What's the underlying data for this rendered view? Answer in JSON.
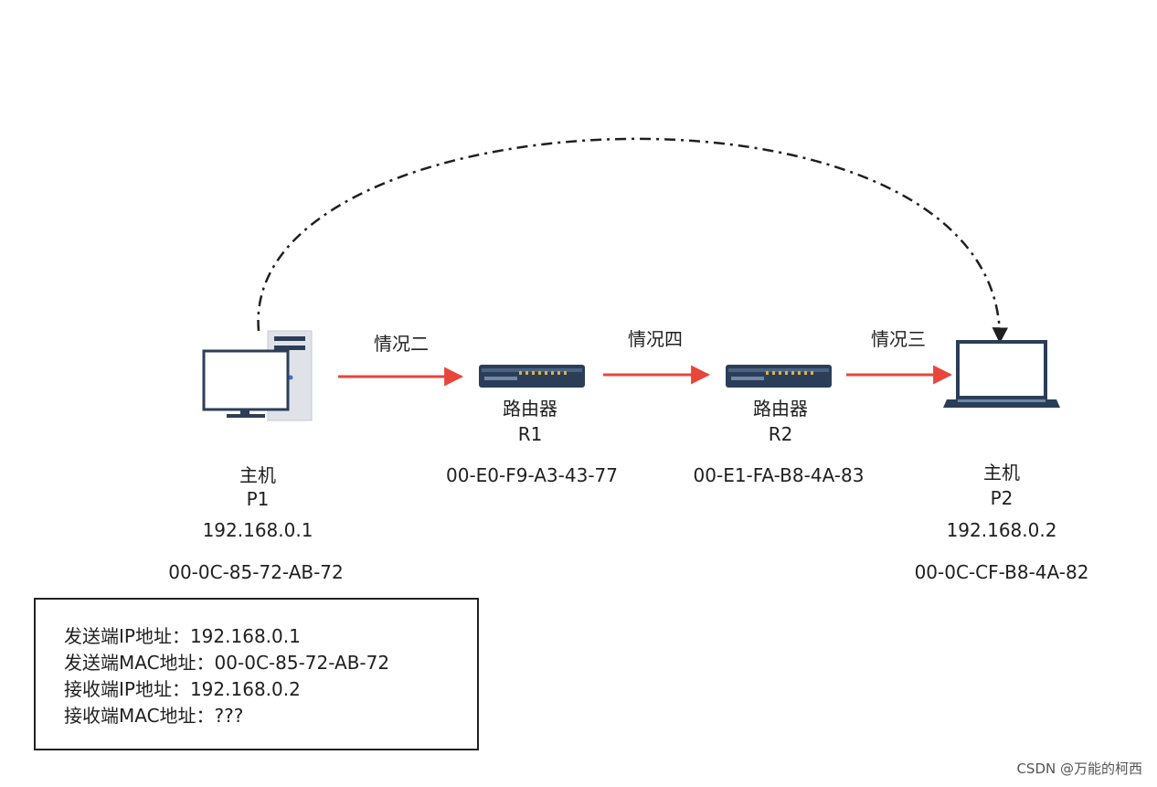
{
  "colors": {
    "arrow": "#e8463b",
    "dashed_arc": "#1f1f1f",
    "device_navy": "#2c3e57"
  },
  "devices": {
    "host_p1": {
      "icon": "desktop-computer-icon",
      "type": "主机",
      "name": "P1",
      "ip": "192.168.0.1",
      "mac": "00-0C-85-72-AB-72"
    },
    "router_r1": {
      "icon": "router-icon",
      "type": "路由器",
      "name": "R1",
      "mac": "00-E0-F9-A3-43-77"
    },
    "router_r2": {
      "icon": "router-icon",
      "type": "路由器",
      "name": "R2",
      "mac": "00-E1-FA-B8-4A-83"
    },
    "host_p2": {
      "icon": "laptop-icon",
      "type": "主机",
      "name": "P2",
      "ip": "192.168.0.2",
      "mac": "00-0C-CF-B8-4A-82"
    }
  },
  "links": [
    {
      "from": "P1",
      "to": "R1",
      "label": "情况二"
    },
    {
      "from": "R1",
      "to": "R2",
      "label": "情况四"
    },
    {
      "from": "R2",
      "to": "P2",
      "label": "情况三"
    }
  ],
  "info_box": {
    "lines": [
      "发送端IP地址：192.168.0.1",
      "发送端MAC地址：00-0C-85-72-AB-72",
      "接收端IP地址：192.168.0.2",
      "接收端MAC地址：???"
    ]
  },
  "watermark": "CSDN @万能的柯西"
}
